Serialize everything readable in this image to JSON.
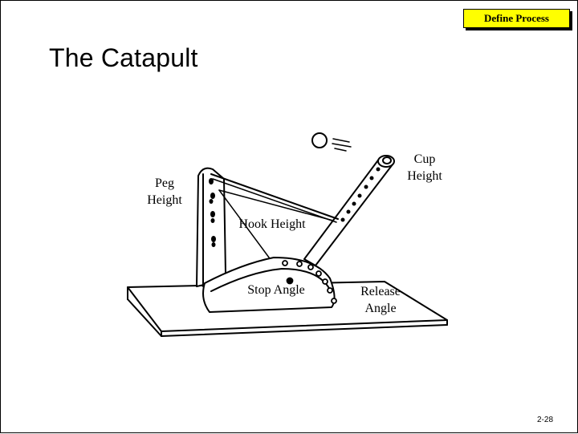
{
  "header": {
    "section_tag": "Define Process"
  },
  "title": "The Catapult",
  "labels": {
    "peg_height": "Peg\nHeight",
    "cup_height": "Cup\nHeight",
    "hook_height": "Hook Height",
    "stop_angle": "Stop Angle",
    "release_angle": "Release\nAngle"
  },
  "footer": {
    "page_number": "2-28"
  }
}
